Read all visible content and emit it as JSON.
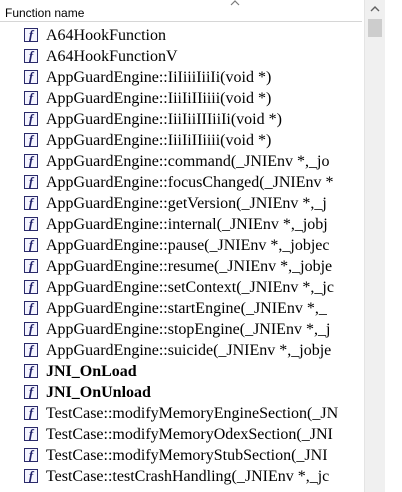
{
  "header": {
    "column_label": "Function name"
  },
  "functions": [
    {
      "name": "A64HookFunction",
      "bold": false
    },
    {
      "name": "A64HookFunctionV",
      "bold": false
    },
    {
      "name": "AppGuardEngine::IiIiiiIiiIi(void *)",
      "bold": false
    },
    {
      "name": "AppGuardEngine::IiiIiIIiiii(void *)",
      "bold": false
    },
    {
      "name": "AppGuardEngine::IiiIiiIIIiiIi(void *)",
      "bold": false
    },
    {
      "name": "AppGuardEngine::IiiIiIIiiii(void *)",
      "bold": false
    },
    {
      "name": "AppGuardEngine::command(_JNIEnv *,_jo",
      "bold": false
    },
    {
      "name": "AppGuardEngine::focusChanged(_JNIEnv *",
      "bold": false
    },
    {
      "name": "AppGuardEngine::getVersion(_JNIEnv *,_j",
      "bold": false
    },
    {
      "name": "AppGuardEngine::internal(_JNIEnv *,_jobj",
      "bold": false
    },
    {
      "name": "AppGuardEngine::pause(_JNIEnv *,_jobjec",
      "bold": false
    },
    {
      "name": "AppGuardEngine::resume(_JNIEnv *,_jobje",
      "bold": false
    },
    {
      "name": "AppGuardEngine::setContext(_JNIEnv *,_jc",
      "bold": false
    },
    {
      "name": "AppGuardEngine::startEngine(_JNIEnv *,_",
      "bold": false
    },
    {
      "name": "AppGuardEngine::stopEngine(_JNIEnv *,_j",
      "bold": false
    },
    {
      "name": "AppGuardEngine::suicide(_JNIEnv *,_jobje",
      "bold": false
    },
    {
      "name": "JNI_OnLoad",
      "bold": true
    },
    {
      "name": "JNI_OnUnload",
      "bold": true
    },
    {
      "name": "TestCase::modifyMemoryEngineSection(_JN",
      "bold": false
    },
    {
      "name": "TestCase::modifyMemoryOdexSection(_JNI",
      "bold": false
    },
    {
      "name": "TestCase::modifyMemoryStubSection(_JNI",
      "bold": false
    },
    {
      "name": "TestCase::testCrashHandling(_JNIEnv *,_jc",
      "bold": false
    }
  ],
  "icons": {
    "function_icon_glyph": "f",
    "function_icon": "function-icon"
  }
}
